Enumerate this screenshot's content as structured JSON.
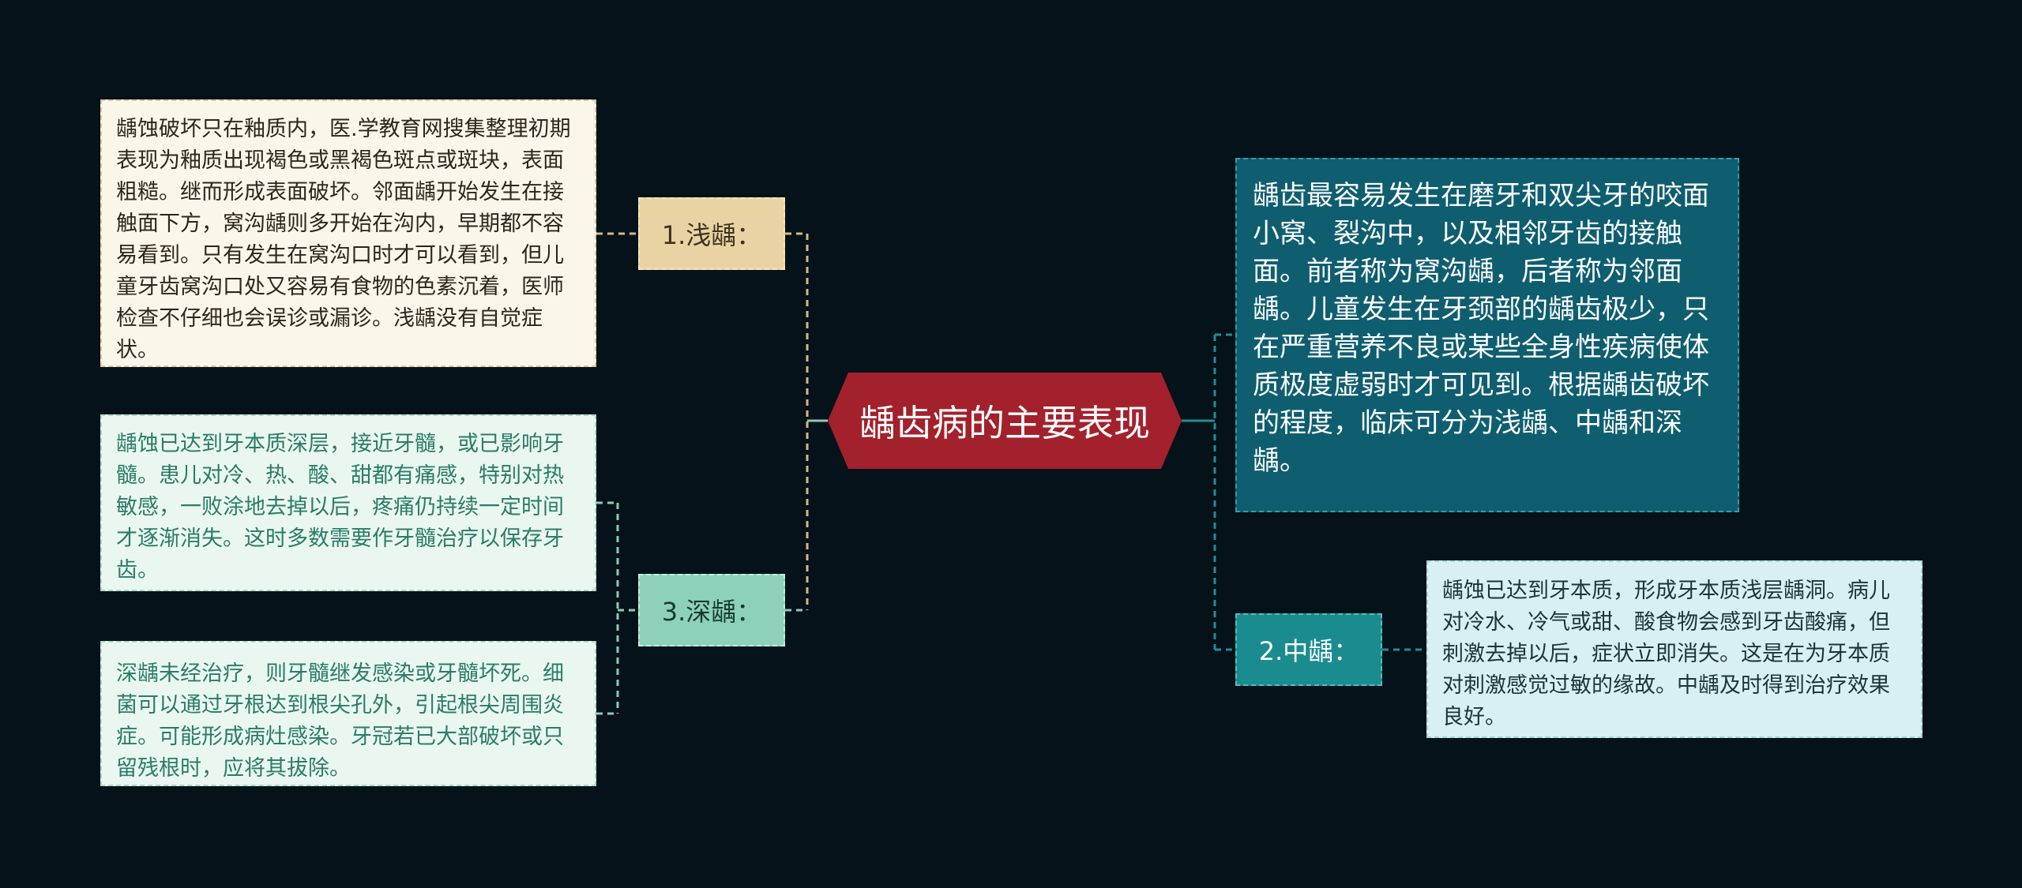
{
  "central_topic": "龋齿病的主要表现",
  "branches": {
    "shallow": {
      "label": "1.浅龋：",
      "details": [
        "龋蚀破坏只在釉质内，医.学教育网搜集整理初期表现为釉质出现褐色或黑褐色斑点或斑块，表面粗糙。继而形成表面破坏。邻面龋开始发生在接触面下方，窝沟龋则多开始在沟内，早期都不容易看到。只有发生在窝沟口时才可以看到，但儿童牙齿窝沟口处又容易有食物的色素沉着，医师检查不仔细也会误诊或漏诊。浅龋没有自觉症状。"
      ]
    },
    "deep": {
      "label": "3.深龋：",
      "details": [
        "龋蚀已达到牙本质深层，接近牙髓，或已影响牙髓。患儿对冷、热、酸、甜都有痛感，特别对热敏感，一败涂地去掉以后，疼痛仍持续一定时间才逐渐消失。这时多数需要作牙髓治疗以保存牙齿。",
        "深龋未经治疗，则牙髓继发感染或牙髓坏死。细菌可以通过牙根达到根尖孔外，引起根尖周围炎症。可能形成病灶感染。牙冠若已大部破坏或只留残根时，应将其拔除。"
      ]
    },
    "intro": {
      "text": "龋齿最容易发生在磨牙和双尖牙的咬面小窝、裂沟中，以及相邻牙齿的接触面。前者称为窝沟龋，后者称为邻面龋。儿童发生在牙颈部的龋齿极少，只在严重营养不良或某些全身性疾病使体质极度虚弱时才可见到。根据龋齿破坏的程度，临床可分为浅龋、中龋和深龋。"
    },
    "medium": {
      "label": "2.中龋：",
      "details": [
        "龋蚀已达到牙本质，形成牙本质浅层龋洞。病儿对冷水、冷气或甜、酸食物会感到牙齿酸痛，但刺激去掉以后，症状立即消失。这是在为牙本质对刺激感觉过敏的缘故。中龋及时得到治疗效果良好。"
      ]
    }
  },
  "colors": {
    "background": "#061219",
    "central": "#a3212c",
    "shallow_label": "#e9d3a2",
    "deep_label": "#8dd1ba",
    "medium_label": "#1a8c90",
    "intro_box": "#0e5e70",
    "connector_left": "#cdb98a",
    "connector_left_deep": "#8ccab6",
    "connector_right": "#1f8e93"
  }
}
